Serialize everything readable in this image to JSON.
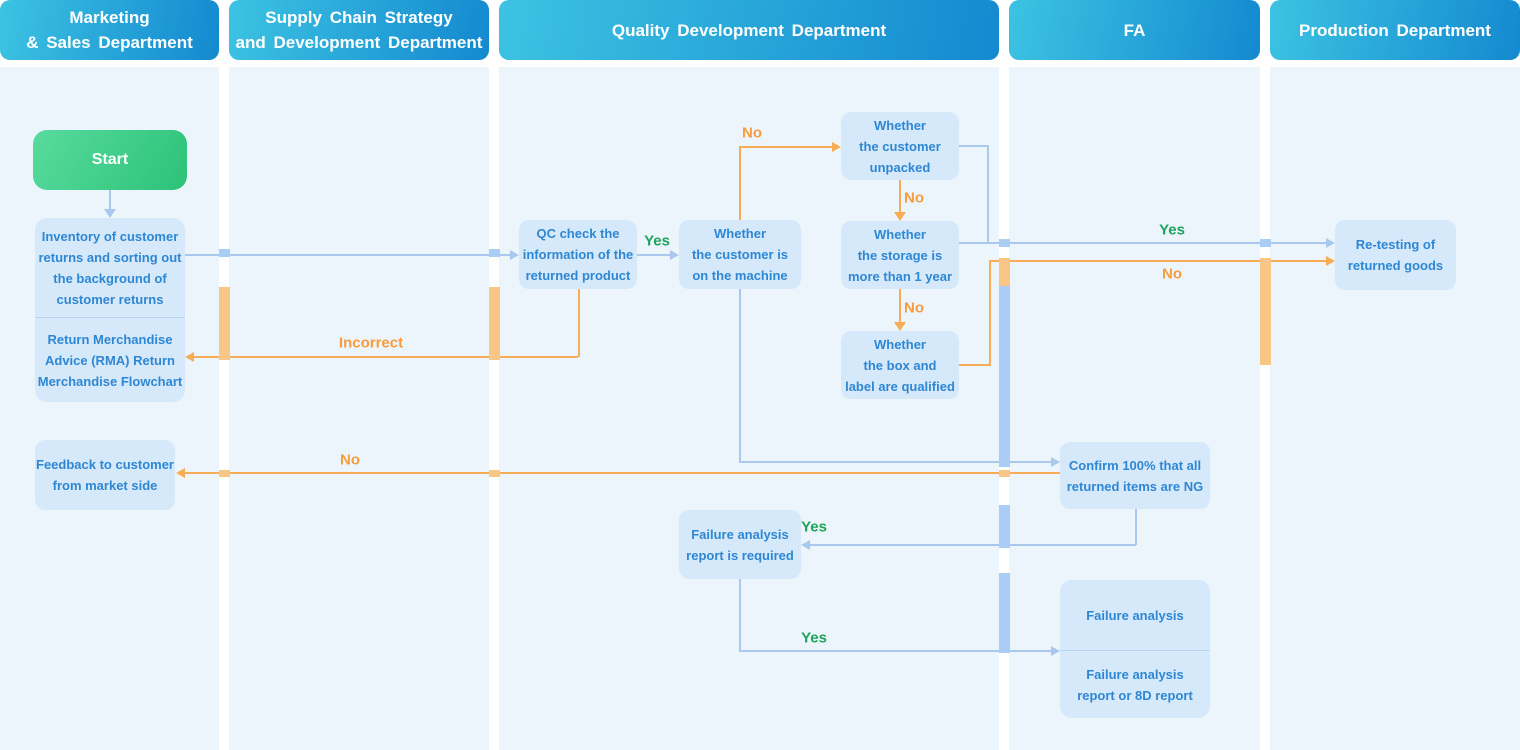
{
  "lanes": [
    {
      "title": "Marketing\n& Sales Department"
    },
    {
      "title": "Supply Chain Strategy\nand Development Department"
    },
    {
      "title": "Quality Development Department"
    },
    {
      "title": "FA"
    },
    {
      "title": "Production Department"
    }
  ],
  "nodes": {
    "start": "Start",
    "inventory": "Inventory of customer\nreturns and sorting out\nthe background of\ncustomer returns",
    "rma": "Return Merchandise\nAdvice (RMA) Return\nMerchandise Flowchart",
    "feedback": "Feedback to customer\nfrom market side",
    "qc_check": "QC check the\ninformation of the\nreturned product",
    "on_machine": "Whether\nthe customer is\non the machine",
    "unpacked": "Whether\nthe customer\nunpacked",
    "storage": "Whether\nthe storage is\nmore than 1 year",
    "box_label": "Whether\nthe box and\nlabel are qualified",
    "confirm_ng": "Confirm 100% that all\nreturned items are NG",
    "fa_report_required": "Failure analysis\nreport is required",
    "failure_analysis": "Failure analysis",
    "fa_report_8d": "Failure analysis\nreport or 8D report",
    "retesting": "Re-testing of\nreturned goods"
  },
  "edge_labels": {
    "qc_to_machine_yes": "Yes",
    "storage_to_retest_yes": "Yes",
    "confirm_to_fareq_yes": "Yes",
    "fareq_to_fa_yes": "Yes",
    "machine_to_unpacked_no": "No",
    "unpacked_to_storage_no": "No",
    "storage_to_boxlabel_no": "No",
    "boxlabel_to_retest_no": "No",
    "confirm_to_feedback_no": "No",
    "qc_to_rma_incorrect": "Incorrect"
  },
  "colors": {
    "header_gradient_start": "#3cc3e2",
    "header_gradient_end": "#1489d0",
    "start_gradient_start": "#58db9e",
    "start_gradient_end": "#2cc278",
    "node_fill": "#d6e9fb",
    "node_text": "#2e87d3",
    "lane_bg": "#edf5fc",
    "line_blue": "#a8c8ee",
    "line_orange": "#f7ac55",
    "bar_blue": "#a9cdf4",
    "bar_orange": "#f9c687",
    "label_green": "#1ea35c",
    "label_orange": "#f79b3c"
  }
}
